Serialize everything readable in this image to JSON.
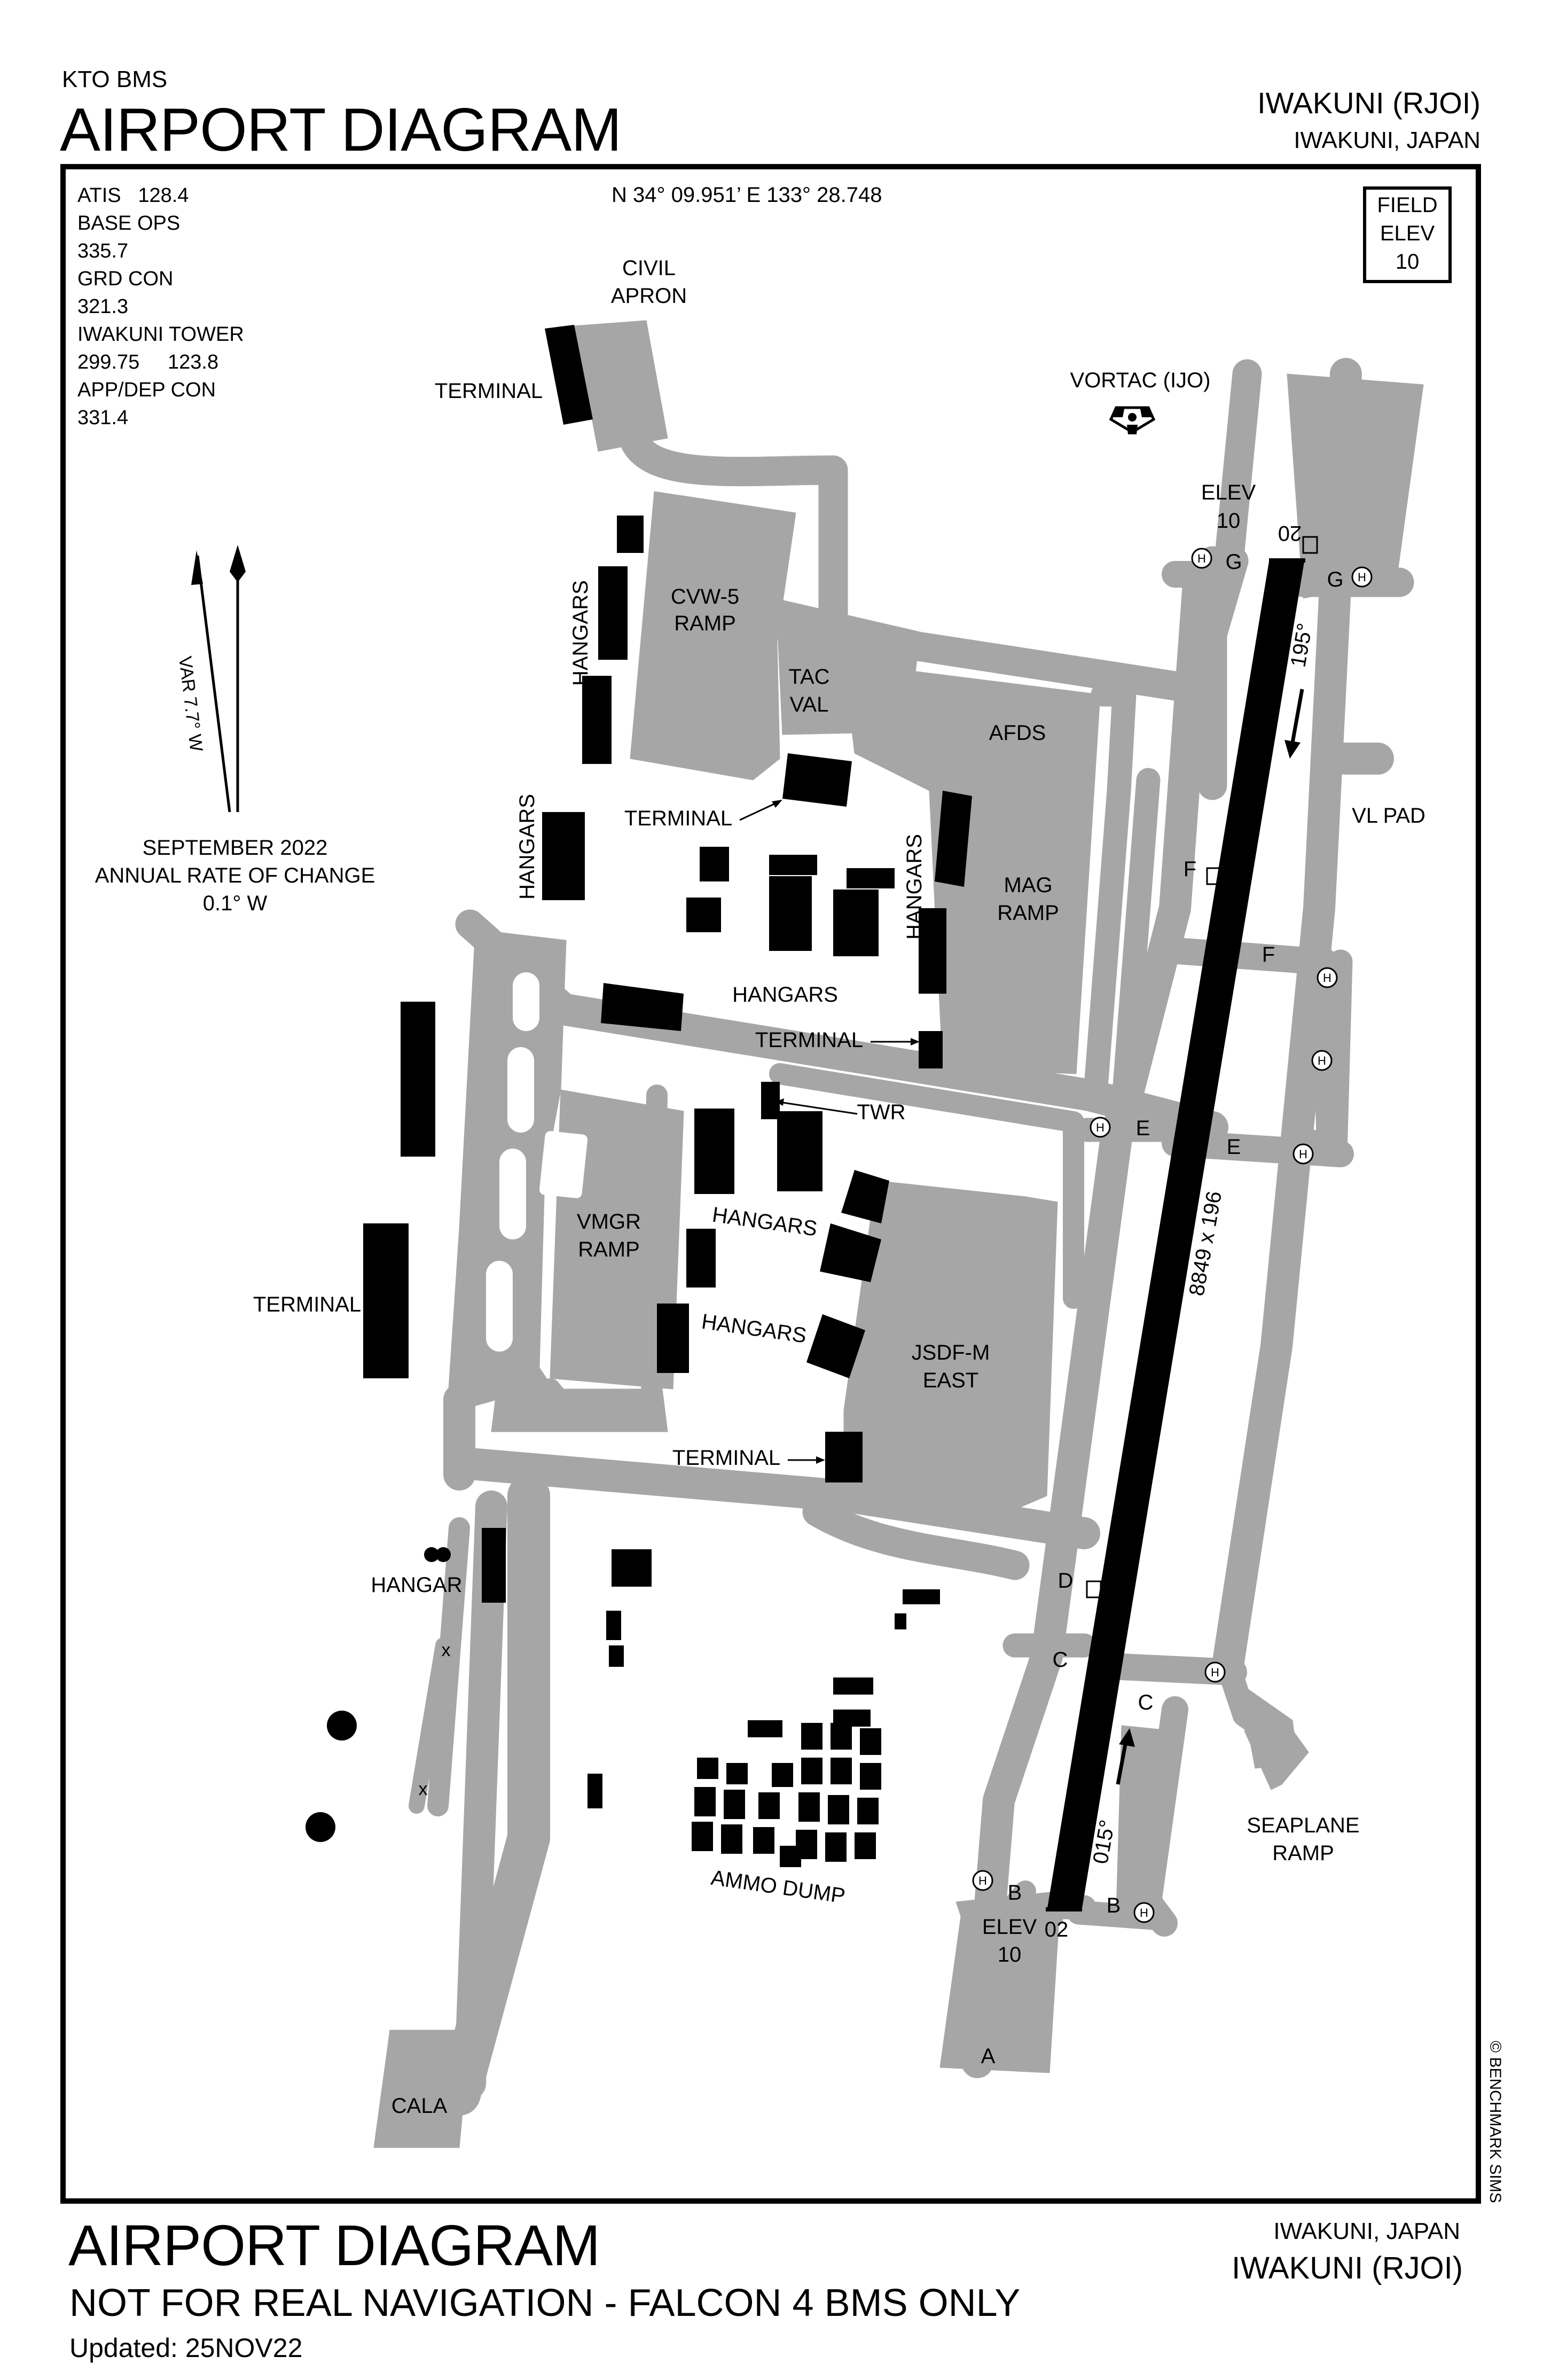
{
  "header": {
    "source": "KTO BMS",
    "title": "AIRPORT DIAGRAM",
    "airport": "IWAKUNI (RJOI)",
    "location": "IWAKUNI, JAPAN"
  },
  "footer": {
    "title": "AIRPORT DIAGRAM",
    "disclaimer": "NOT FOR REAL NAVIGATION - FALCON 4 BMS ONLY",
    "updated": "Updated: 25NOV22",
    "location": "IWAKUNI, JAPAN",
    "airport": "IWAKUNI (RJOI)"
  },
  "copyright": "© BENCHMARK SIMS",
  "frequencies": [
    "ATIS   128.4",
    "BASE OPS",
    "335.7",
    "GRD CON",
    "321.3",
    "IWAKUNI TOWER",
    "299.75     123.8",
    "APP/DEP CON",
    "331.4"
  ],
  "coordinates": "N 34° 09.951’ E 133° 28.748",
  "field_elev": {
    "line1": "FIELD",
    "line2": "ELEV",
    "value": "10"
  },
  "magnetic": {
    "variation": "VAR 7.7° W",
    "date": "SEPTEMBER 2022",
    "rate_label": "ANNUAL RATE OF CHANGE",
    "rate": "0.1° W"
  },
  "runway": {
    "designator_north": "20",
    "designator_south": "02",
    "heading_north": "195°",
    "heading_south": "015°",
    "dimensions": "8849 x 196",
    "elev_label": "ELEV",
    "elev_north": "10",
    "elev_south": "10"
  },
  "navaid": "VORTAC (IJO)",
  "labels": {
    "civil": "CIVIL",
    "apron": "APRON",
    "terminal": "TERMINAL",
    "hangars": "HANGARS",
    "hangar": "HANGAR",
    "cvw5": "CVW-5",
    "ramp": "RAMP",
    "tac": "TAC",
    "val": "VAL",
    "afds": "AFDS",
    "mag": "MAG",
    "vmgr": "VMGR",
    "jsdf": "JSDF-M",
    "east": "EAST",
    "twr": "TWR",
    "vl_pad": "VL PAD",
    "seaplane": "SEAPLANE",
    "ammo_dump": "AMMO DUMP",
    "cala": "CALA"
  },
  "taxiways": [
    "A",
    "B",
    "C",
    "D",
    "E",
    "F",
    "G"
  ],
  "helipad_symbol": "H",
  "colors": {
    "pavement": "#a6a6a6",
    "building": "#000000",
    "runway": "#000000",
    "background": "#ffffff"
  }
}
